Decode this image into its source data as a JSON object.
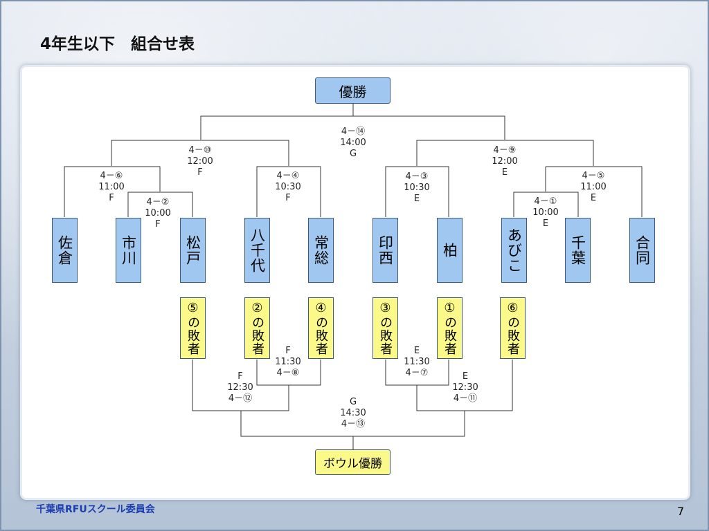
{
  "title": "4年生以下　組合せ表",
  "footer": {
    "org": "千葉県RFUスクール委員会",
    "page": "7"
  },
  "champion": "優勝",
  "bowl": "ボウル優勝",
  "teams": [
    "佐倉",
    "市川",
    "松戸",
    "八千代",
    "常総",
    "印西",
    "柏",
    "あびこ",
    "千葉",
    "合同"
  ],
  "losers": [
    "⑤の敗者",
    "②の敗者",
    "④の敗者",
    "③の敗者",
    "①の敗者",
    "⑥の敗者"
  ],
  "matches": [
    {
      "id": "m14",
      "no": "4－⑭",
      "time": "14:00",
      "court": "G"
    },
    {
      "id": "m10",
      "no": "4－⑩",
      "time": "12:00",
      "court": "F"
    },
    {
      "id": "m9",
      "no": "4－⑨",
      "time": "12:00",
      "court": "E"
    },
    {
      "id": "m6",
      "no": "4－⑥",
      "time": "11:00",
      "court": "F"
    },
    {
      "id": "m2",
      "no": "4－②",
      "time": "10:00",
      "court": "F"
    },
    {
      "id": "m4",
      "no": "4－④",
      "time": "10:30",
      "court": "F"
    },
    {
      "id": "m3",
      "no": "4－③",
      "time": "10:30",
      "court": "E"
    },
    {
      "id": "m5",
      "no": "4－⑤",
      "time": "11:00",
      "court": "E"
    },
    {
      "id": "m1",
      "no": "4－①",
      "time": "10:00",
      "court": "E"
    },
    {
      "id": "m8",
      "no": "4－⑧",
      "time": "11:30",
      "court": "F"
    },
    {
      "id": "m7",
      "no": "4－⑦",
      "time": "11:30",
      "court": "E"
    },
    {
      "id": "m12",
      "no": "4－⑫",
      "time": "12:30",
      "court": "F"
    },
    {
      "id": "m11",
      "no": "4－⑪",
      "time": "12:30",
      "court": "E"
    },
    {
      "id": "m13",
      "no": "4－⑬",
      "time": "14:30",
      "court": "G"
    }
  ],
  "colors": {
    "team_box": "#9fc7f0",
    "loser_box": "#fbf98a",
    "footer_text": "#1a3db0"
  }
}
